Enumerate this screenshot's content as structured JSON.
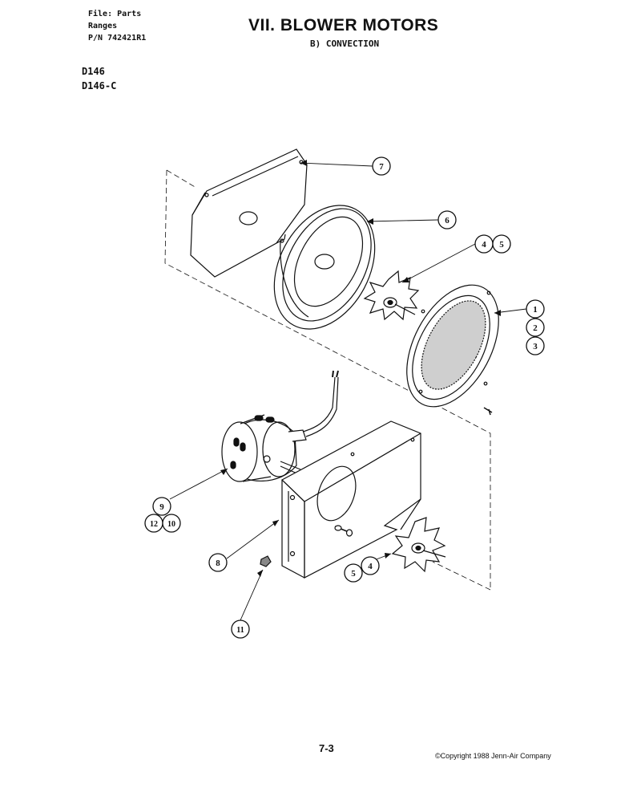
{
  "header": {
    "file_line": "File: Parts",
    "category_line": "Ranges",
    "part_number_line": "P/N 742421R1",
    "title": "VII. BLOWER MOTORS",
    "subtitle": "B) CONVECTION"
  },
  "models": [
    "D146",
    "D146-C"
  ],
  "callouts": {
    "c7": "7",
    "c6": "6",
    "c4a": "4",
    "c5a": "5",
    "c1": "1",
    "c2": "2",
    "c3": "3",
    "c9": "9",
    "c12": "12",
    "c10": "10",
    "c8": "8",
    "c5b": "5",
    "c4b": "4",
    "c11": "11"
  },
  "footer": {
    "page_number": "7-3",
    "copyright": "©Copyright 1988 Jenn-Air Company"
  }
}
